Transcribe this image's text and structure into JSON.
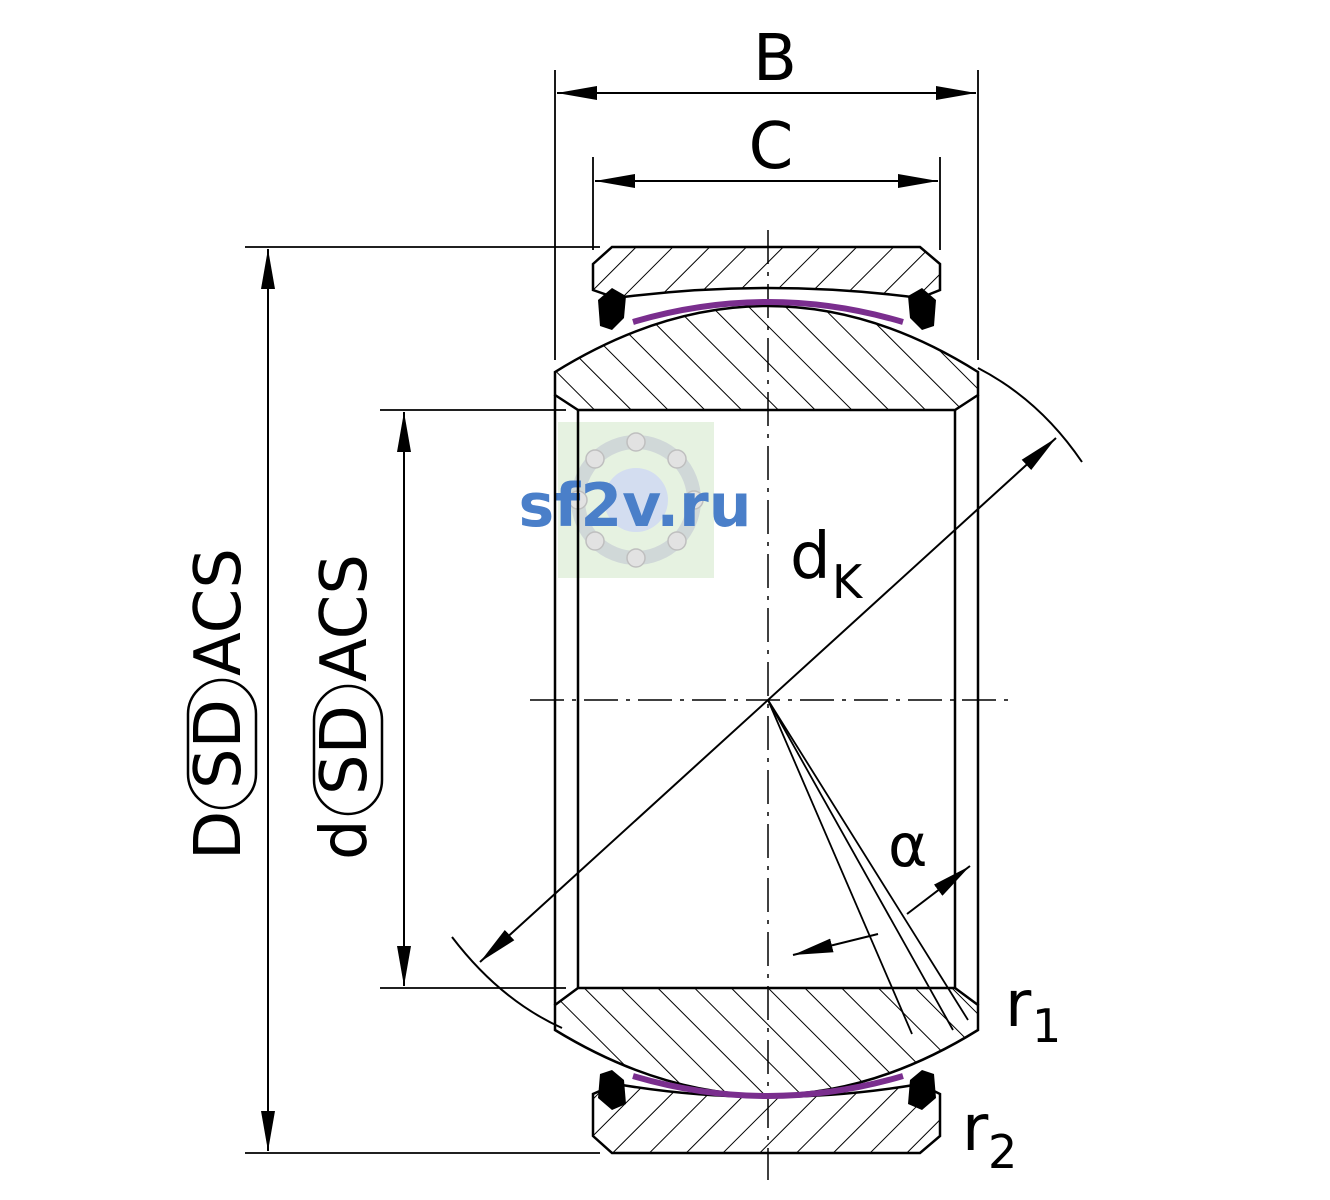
{
  "labels": {
    "B": "B",
    "C": "C",
    "dK_main": "d",
    "dK_sub": "K",
    "alpha": "α",
    "r1_main": "r",
    "r1_sub": "1",
    "r2_main": "r",
    "r2_sub": "2",
    "D_prefix": "D",
    "d_prefix": "d",
    "SD": "SD",
    "ACS": "ACS"
  },
  "watermark": {
    "text": "sf2v.ru"
  },
  "colors": {
    "line": "#000000",
    "sliding_layer": "#7a2e8e",
    "watermark_text": "#4a7fc9",
    "watermark_bg": "#e6f2e1"
  }
}
